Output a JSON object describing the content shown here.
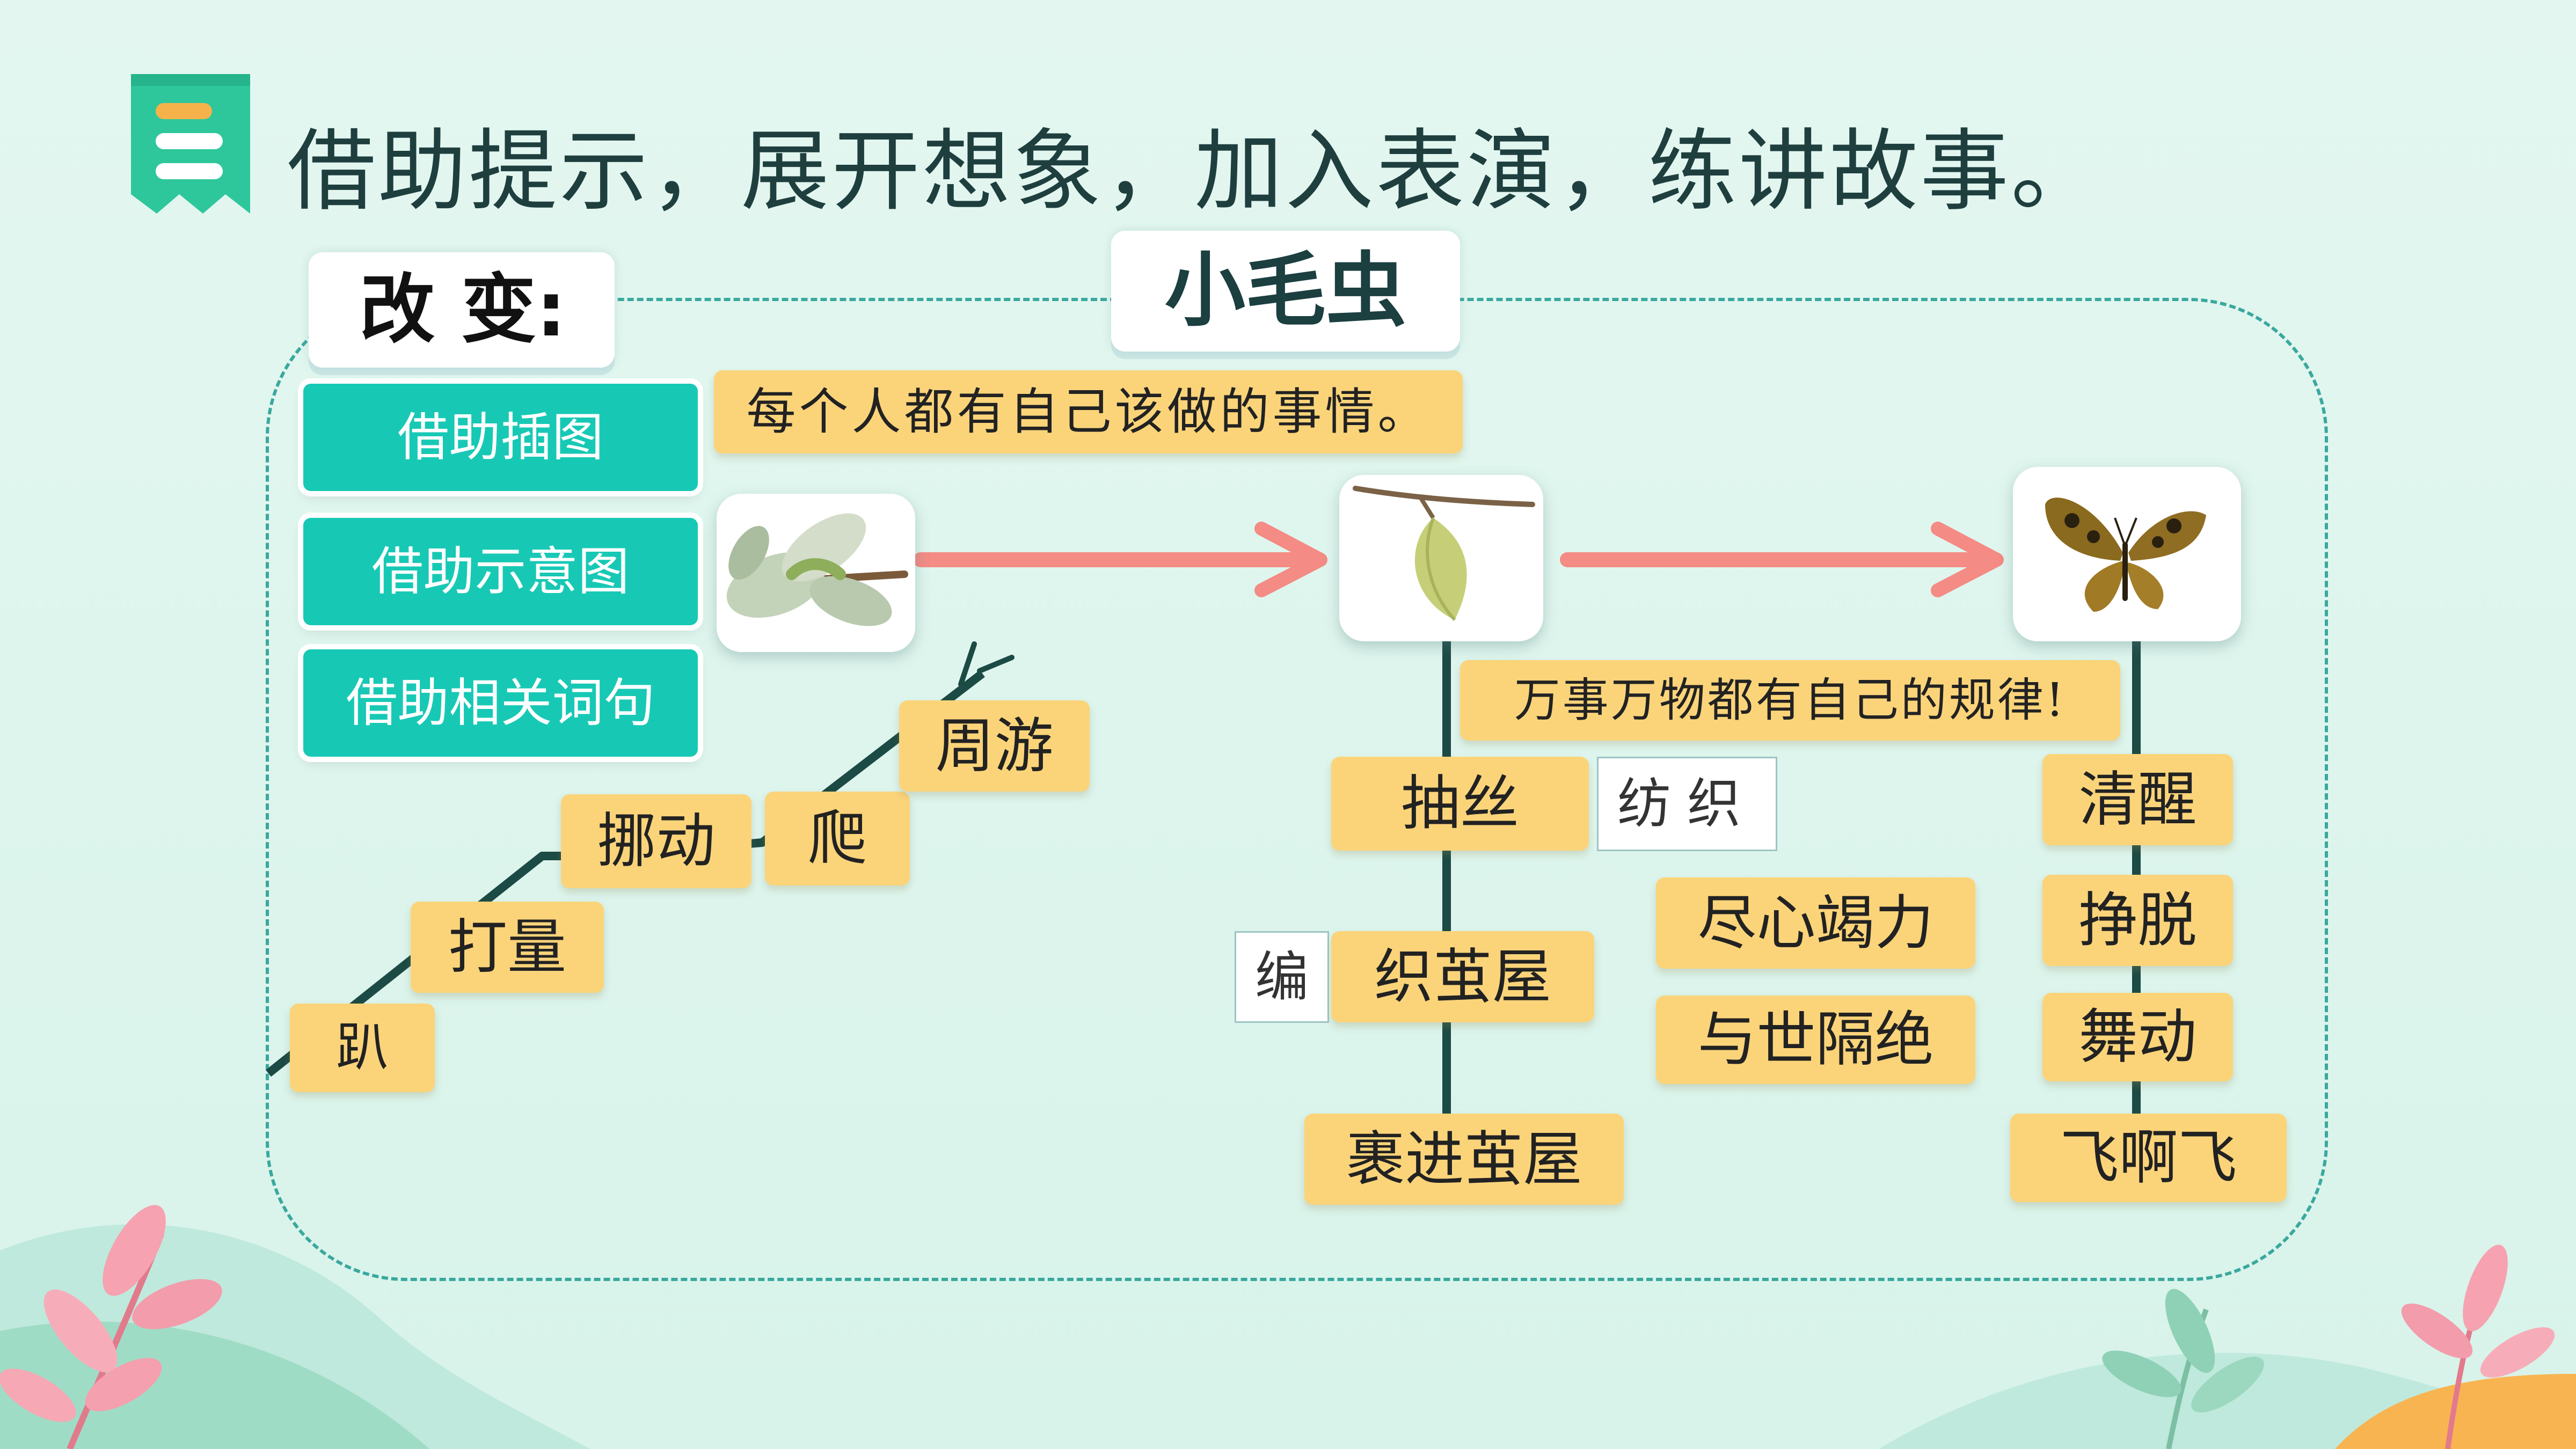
{
  "header": {
    "title": "借助提示，展开想象，加入表演，练讲故事。",
    "icon": "note-icon",
    "icon_color": "#2ec79b",
    "icon_accent": "#f6b24a"
  },
  "left_panel": {
    "title": "改 变:",
    "buttons": [
      "借助插图",
      "借助示意图",
      "借助相关词句"
    ]
  },
  "center_title": "小毛虫",
  "captions": {
    "top": "每个人都有自己该做的事情。",
    "middle": "万事万物都有自己的规律!"
  },
  "stages": [
    "leaf-caterpillar-image",
    "cocoon-image",
    "butterfly-image"
  ],
  "ladder_words": [
    "趴",
    "打量",
    "挪动",
    "爬",
    "周游"
  ],
  "cocoon_words": {
    "chousi": "抽丝",
    "fangzhi": "纺织",
    "bian": "编",
    "zhijianwu": "织茧屋",
    "guojin": "裹进茧屋",
    "jinxin": "尽心竭力",
    "yushi": "与世隔绝"
  },
  "butterfly_words": [
    "清醒",
    "挣脱",
    "舞动",
    "飞啊飞"
  ],
  "colors": {
    "teal": "#17c9b5",
    "label": "#fbd47a",
    "arrow": "#f48b84",
    "line": "#1c4a44",
    "frame": "#3aa89e"
  }
}
